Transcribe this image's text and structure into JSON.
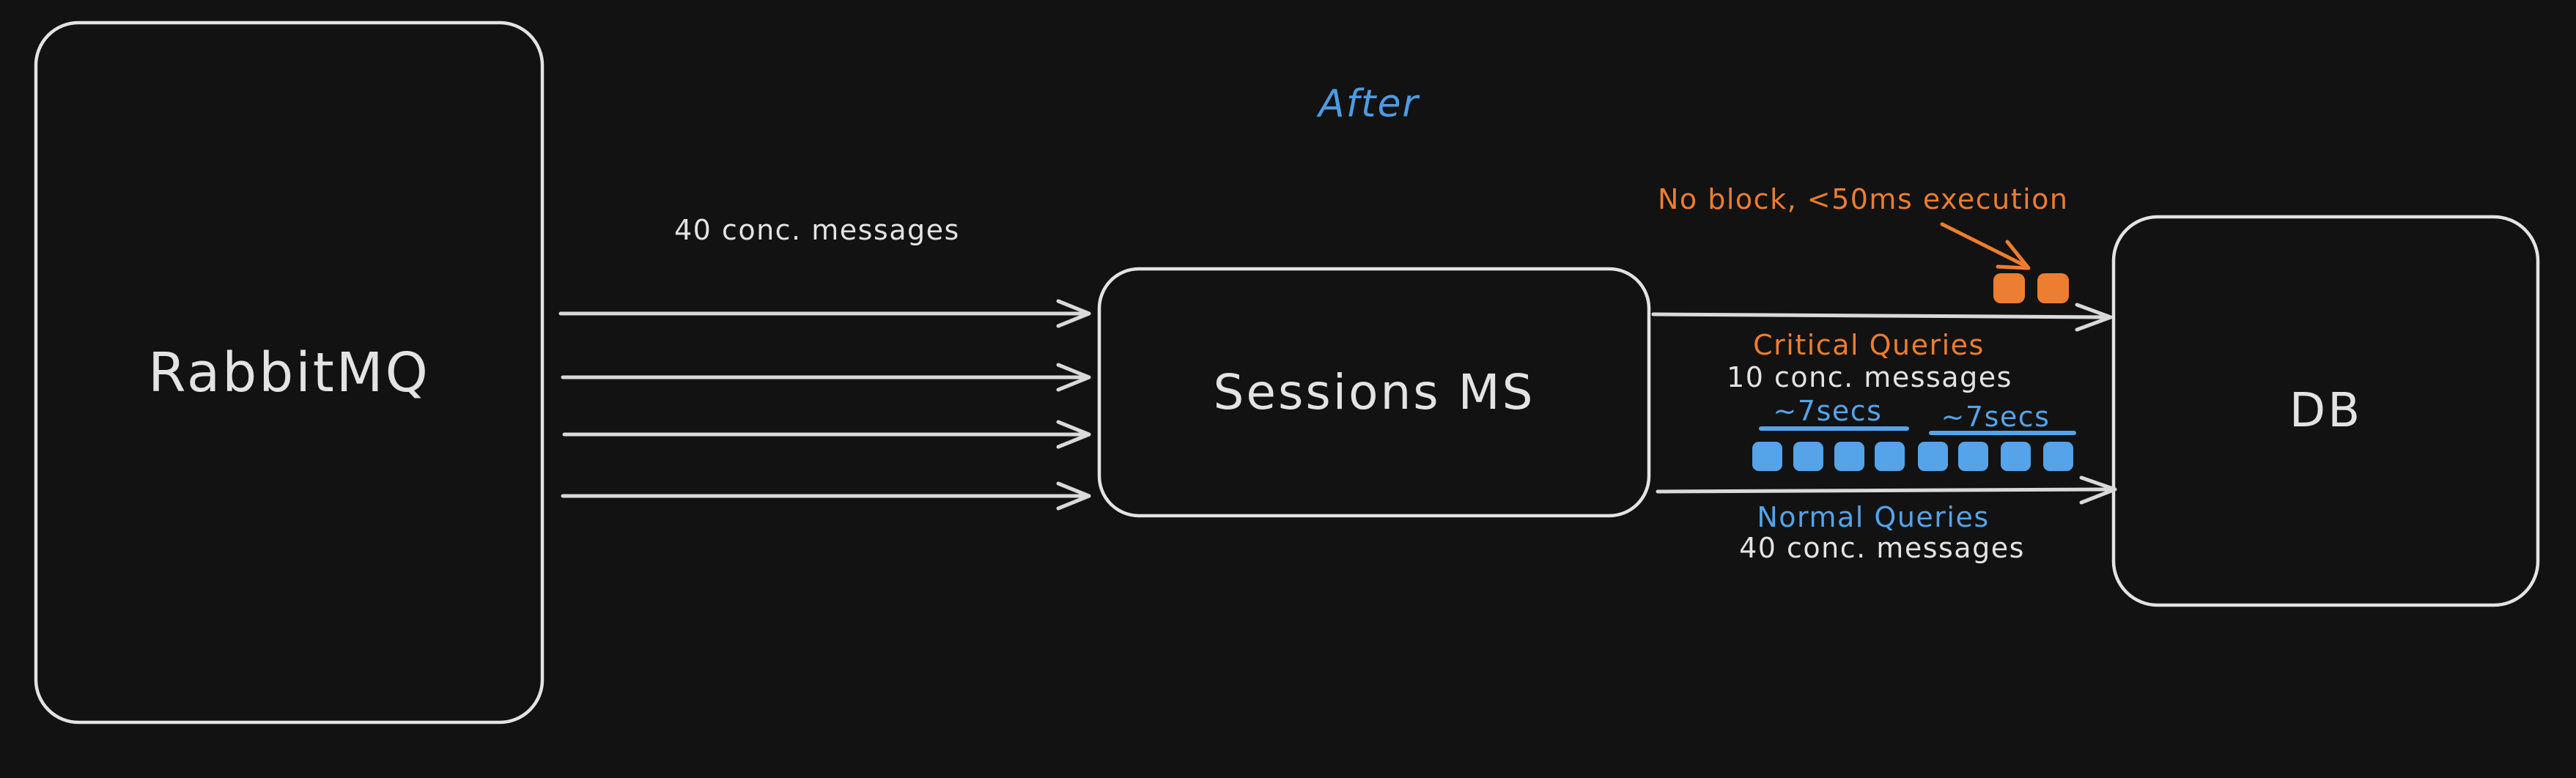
{
  "diagram": {
    "title": "After",
    "nodes": {
      "rabbitmq": {
        "label": "RabbitMQ"
      },
      "sessions_ms": {
        "label": "Sessions MS"
      },
      "db": {
        "label": "DB"
      }
    },
    "flows": {
      "rabbitmq_to_sessions": {
        "label": "40 conc. messages",
        "arrow_count": 4
      },
      "critical_queries": {
        "label": "Critical Queries",
        "sublabel": "10 conc. messages",
        "annotation": "No block, <50ms execution",
        "message_square_count": 2
      },
      "normal_queries": {
        "label": "Normal Queries",
        "sublabel": "40 conc. messages",
        "message_square_count": 8,
        "batches": [
          {
            "label": "~7secs",
            "square_count": 4
          },
          {
            "label": "~7secs",
            "square_count": 4
          }
        ]
      }
    },
    "colors": {
      "background": "#121212",
      "stroke": "#e3e3e3",
      "text": "#e8e8e8",
      "orange": "#ed7d31",
      "blue": "#55a3e8",
      "title_blue": "#4d9be4"
    }
  }
}
